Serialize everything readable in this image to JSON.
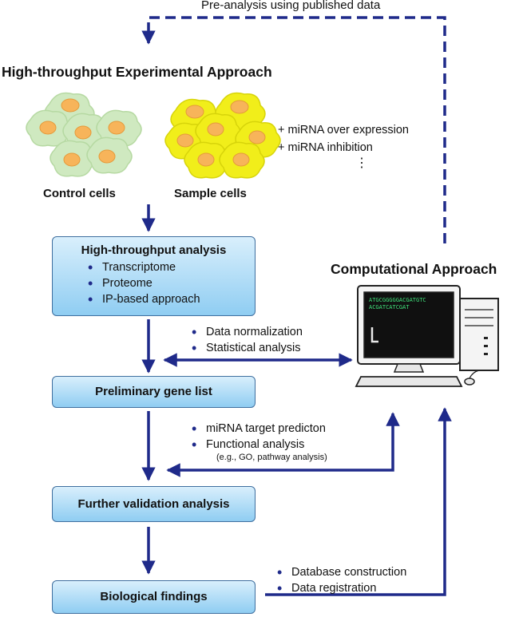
{
  "top_label": "Pre-analysis using published data",
  "experimental": {
    "title": "High-throughput Experimental Approach",
    "control_label": "Control cells",
    "sample_label": "Sample cells",
    "treatments": [
      "+ miRNA over expression",
      "+ miRNA inhibition"
    ],
    "ellipsis": "⋮"
  },
  "boxes": {
    "analysis": {
      "title": "High-throughput analysis",
      "items": [
        "Transcriptome",
        "Proteome",
        "IP-based approach"
      ]
    },
    "gene_list": {
      "title": "Preliminary gene list"
    },
    "validation": {
      "title": "Further validation analysis"
    },
    "findings": {
      "title": "Biological findings"
    }
  },
  "computational": {
    "title": "Computational Approach",
    "screen_lines": [
      "ATGCGGGGGACGATGTC",
      "ACGATCATCGAT"
    ]
  },
  "notes": {
    "normalization": [
      "Data normalization",
      "Statistical analysis"
    ],
    "prediction": [
      "miRNA target predicton",
      "Functional analysis"
    ],
    "prediction_sub": "(e.g., GO, pathway analysis)",
    "database": [
      "Database construction",
      "Data registration"
    ]
  },
  "colors": {
    "arrow": "#1f2a8a",
    "box_top": "#d9effc",
    "box_bottom": "#8fcdf2",
    "control_cell": "#cfe9c0",
    "sample_cell": "#f1ee1a",
    "nucleus": "#f7b45a"
  }
}
